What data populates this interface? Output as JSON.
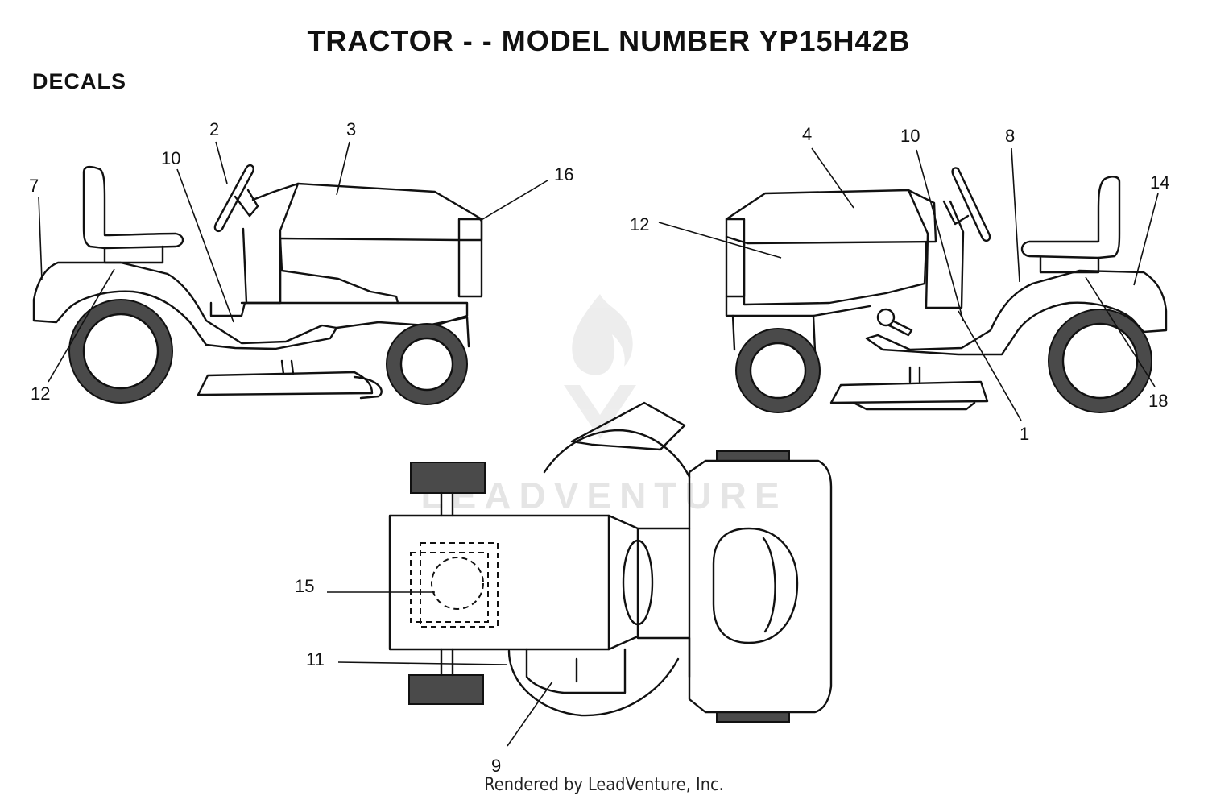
{
  "title": "TRACTOR - - MODEL NUMBER YP15H42B",
  "section": "DECALS",
  "footer": "Rendered by LeadVenture, Inc.",
  "watermark": "LEADVENTURE",
  "callouts": {
    "left_view": [
      "7",
      "2",
      "10",
      "3",
      "16",
      "12"
    ],
    "right_view": [
      "4",
      "10",
      "8",
      "14",
      "12",
      "18",
      "1"
    ],
    "top_view": [
      "15",
      "11",
      "9"
    ]
  }
}
